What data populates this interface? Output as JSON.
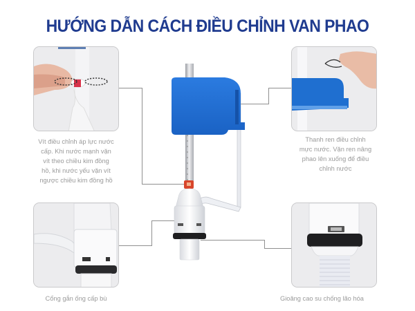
{
  "title": "HƯỚNG DẪN CÁCH ĐIỀU CHỈNH VAN PHAO",
  "colors": {
    "title": "#1f3b8f",
    "float_blue": "#1f6fd0",
    "caption_text": "#9a9a9a",
    "panel_bg": "#ececee",
    "connector": "#8f8f8f",
    "adjuster_red": "#d8452b"
  },
  "callouts": [
    {
      "id": "pressure-screw",
      "position": "top-left",
      "icon": "hand-turning-screw",
      "caption_lines": [
        "Vít điều chỉnh áp lực nước",
        "cấp. Khi nước mạnh vặn",
        "vít theo chiều kim đồng",
        "hồ, khi nước yếu vặn vít",
        "ngược chiều kim đồng hồ"
      ]
    },
    {
      "id": "threaded-rod",
      "position": "top-right",
      "icon": "hand-turning-rod",
      "caption_lines": [
        "Thanh ren điều chỉnh",
        "mực nước. Vặn ren nâng",
        "phao lên xuống để điều",
        "chỉnh nước"
      ]
    },
    {
      "id": "supply-port",
      "position": "bottom-left",
      "icon": "valve-inlet-port",
      "caption_lines": [
        "Cổng gắn ống cấp bù"
      ]
    },
    {
      "id": "rubber-gasket",
      "position": "bottom-right",
      "icon": "valve-rubber-gasket",
      "caption_lines": [
        "Gioăng cao su chống lão hóa"
      ]
    }
  ],
  "center_image": "fill-valve-with-blue-float"
}
